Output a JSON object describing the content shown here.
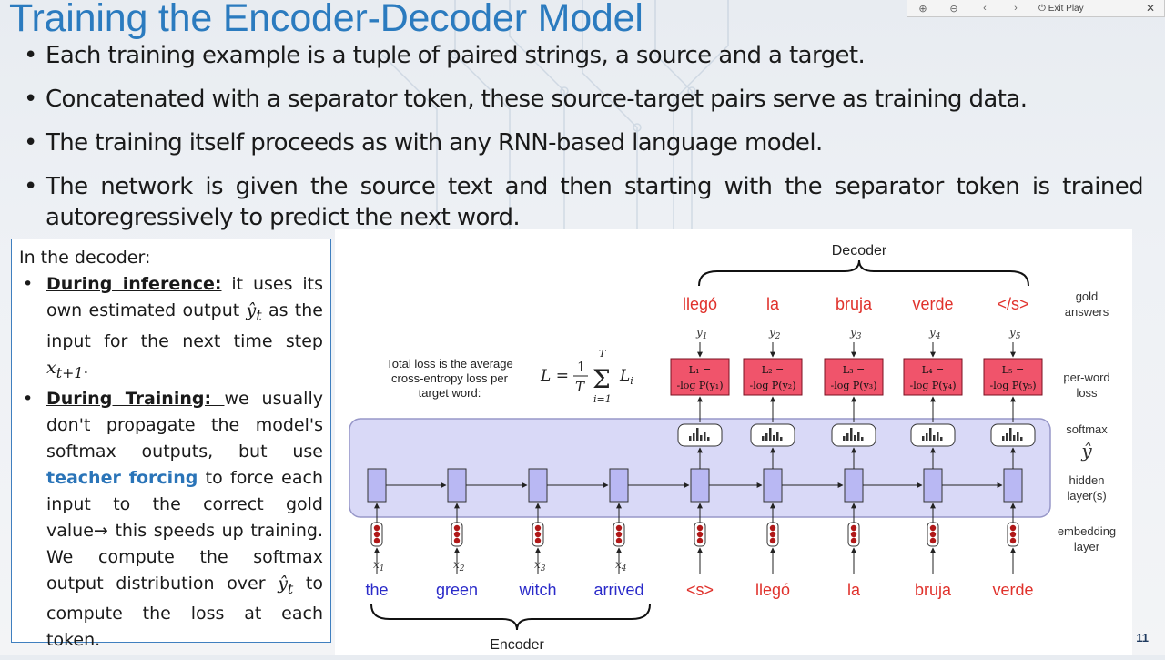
{
  "title": "Training the Encoder-Decoder Model",
  "bullets": [
    "Each training example is a tuple of paired strings, a source and a target.",
    "Concatenated with a separator token, these source-target pairs serve as training data.",
    "The training itself proceeds as with any RNN-based language model.",
    "The network is given the source text and then starting with the separator token is trained autoregressively to predict the next word."
  ],
  "toolbar": {
    "exit_label": "Exit Play",
    "buttons": [
      "zoom-in-icon",
      "zoom-out-icon",
      "back-icon",
      "forward-icon"
    ]
  },
  "decoder_box": {
    "heading": "In the decoder:",
    "inference_label": "During inference:",
    "inference_text": " it uses its own estimated output ",
    "inference_math1": "ŷ",
    "inference_math1_sub": "t",
    "inference_text2": " as the input for the next time step ",
    "inference_math2": "x",
    "inference_math2_sub": "t+1",
    "inference_end": ".",
    "training_label": "During Training: ",
    "training_text1": " we usually don't propagate the model's softmax outputs, but use ",
    "teacher_forcing": "teacher forcing",
    "training_text2": " to force each input to the correct gold value",
    "arrow": "→",
    "training_text3": " this speeds up training. We compute the softmax output distribution over ",
    "training_math": "ŷ",
    "training_math_sub": "t",
    "training_text4": " to compute the loss at each token."
  },
  "figure": {
    "decoder_label": "Decoder",
    "encoder_label": "Encoder",
    "gold_words": [
      "llegó",
      "la",
      "bruja",
      "verde",
      "</s>"
    ],
    "y_labels": [
      "y",
      "y",
      "y",
      "y",
      "y"
    ],
    "y_subs": [
      "1",
      "2",
      "3",
      "4",
      "5"
    ],
    "loss_line1": [
      "L₁ =",
      "L₂ =",
      "L₃ =",
      "L₄ =",
      "L₅ ="
    ],
    "loss_line2": [
      "-log P(y₁)",
      "-log P(y₂)",
      "-log P(y₃)",
      "-log P(y₄)",
      "-log P(y₅)"
    ],
    "loss_note": [
      "Total loss is the average",
      "cross-entropy loss per",
      "target word:"
    ],
    "formula": "L = 1/T Σ Lᵢ",
    "formula_top": "T",
    "formula_bottom": "i=1",
    "input_words": [
      "the",
      "green",
      "witch",
      "arrived",
      "<s>",
      "llegó",
      "la",
      "bruja",
      "verde"
    ],
    "x_labels": [
      "x",
      "x",
      "x",
      "x"
    ],
    "x_subs": [
      "1",
      "2",
      "3",
      "4"
    ],
    "right_labels": {
      "gold": [
        "gold",
        "answers"
      ],
      "loss": [
        "per-word",
        "loss"
      ],
      "softmax": "softmax",
      "yhat": "ŷ",
      "hidden": [
        "hidden",
        "layer(s)"
      ],
      "embedding": [
        "embedding",
        "layer"
      ]
    },
    "colors": {
      "red": "#e0322c",
      "blue": "#2a2ac9",
      "pink": "#f0546b",
      "hidden_fill": "#b9b8f3",
      "panel": "#d9d9f7"
    }
  },
  "page_number": "11"
}
